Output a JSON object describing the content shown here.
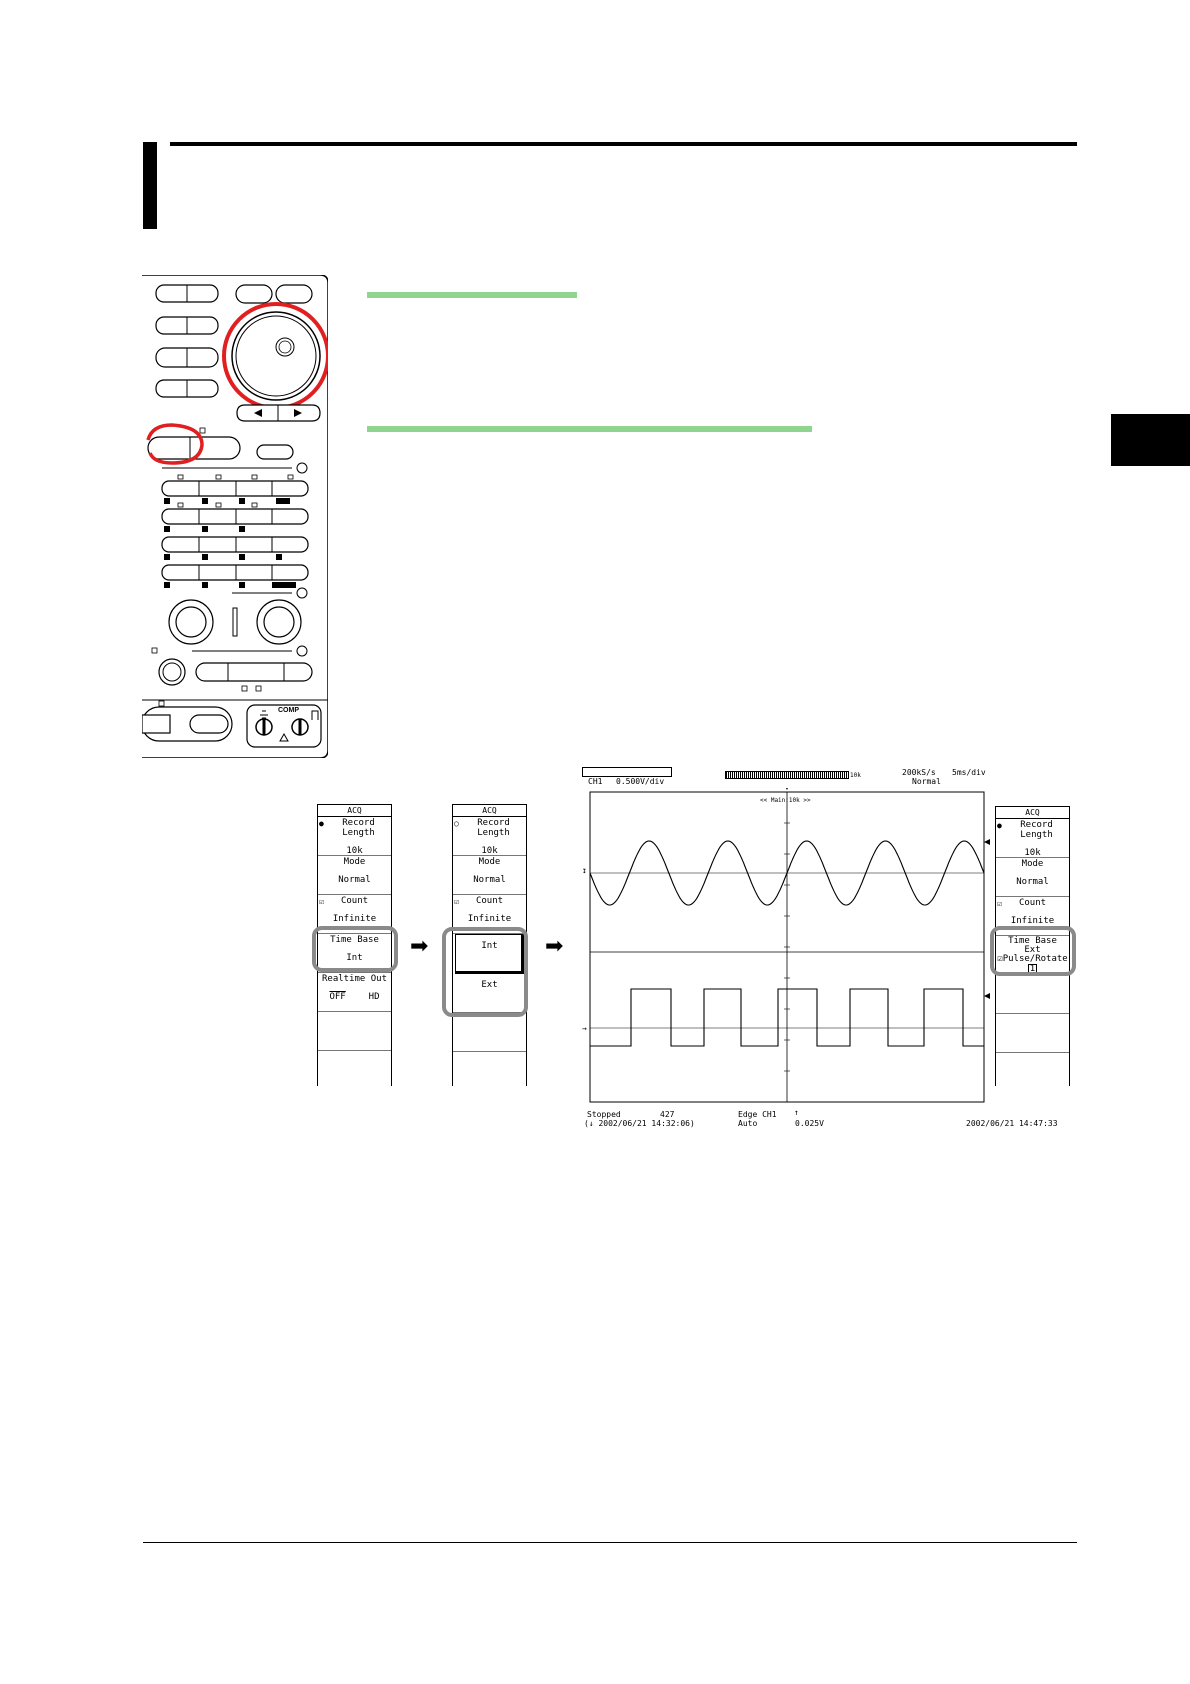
{
  "page": {
    "title": "",
    "section_tab": ""
  },
  "panel": {
    "comp_label": "COMP"
  },
  "menus": [
    {
      "title": "ACQ",
      "items": [
        {
          "icon": "knob-icon",
          "l1": "Record Length",
          "l2": "10k"
        },
        {
          "icon": "",
          "l1": "Mode",
          "l2": "Normal"
        },
        {
          "icon": "checkbox-icon",
          "l1": "Count",
          "l2": "Infinite"
        },
        {
          "icon": "",
          "l1": "Time Base",
          "l2": "Int"
        },
        {
          "icon": "",
          "l1": "Realtime Out",
          "l2_left": "OFF",
          "l2_right": "HD"
        },
        {
          "icon": "",
          "l1": "",
          "l2": ""
        }
      ]
    },
    {
      "title": "ACQ",
      "items": [
        {
          "icon": "knob-outline-icon",
          "l1": "Record Length",
          "l2": "10k"
        },
        {
          "icon": "",
          "l1": "Mode",
          "l2": "Normal"
        },
        {
          "icon": "checkbox-icon",
          "l1": "Count",
          "l2": "Infinite"
        },
        {
          "icon": "",
          "l1": "Int",
          "l2": ""
        },
        {
          "icon": "",
          "l1": "Ext",
          "l2": ""
        },
        {
          "icon": "",
          "l1": "",
          "l2": ""
        }
      ]
    },
    {
      "title": "ACQ",
      "items": [
        {
          "icon": "knob-icon",
          "l1": "Record Length",
          "l2": "10k"
        },
        {
          "icon": "",
          "l1": "Mode",
          "l2": "Normal"
        },
        {
          "icon": "checkbox-icon",
          "l1": "Count",
          "l2": "Infinite"
        },
        {
          "icon": "checkbox-icon",
          "l1": "Time Base",
          "l1b": "Ext",
          "l1c": "Pulse/Rotate",
          "l2": "1"
        },
        {
          "icon": "",
          "l1": "",
          "l2": ""
        },
        {
          "icon": "",
          "l1": "",
          "l2": ""
        }
      ]
    }
  ],
  "scope": {
    "channel": "CH1",
    "vdiv": "0.500V/div",
    "record": "10k",
    "sample_rate": "200kS/s",
    "time_div": "5ms/div",
    "acq_mode": "Normal",
    "zoom_label": "<< Main:10k >>",
    "status": "Stopped",
    "count": "427",
    "stop_time": "(↓ 2002/06/21 14:32:06)",
    "trigger_type": "Edge CH1",
    "trigger_mode": "Auto",
    "trigger_slope_icon": "rising-edge-icon",
    "trigger_level": "0.025V",
    "clock": "2002/06/21 14:47:33"
  },
  "chart_data": {
    "type": "line",
    "title": "",
    "series": [
      {
        "values_sine_cycles": 5
      },
      {
        "square_pulses": 5
      }
    ]
  }
}
